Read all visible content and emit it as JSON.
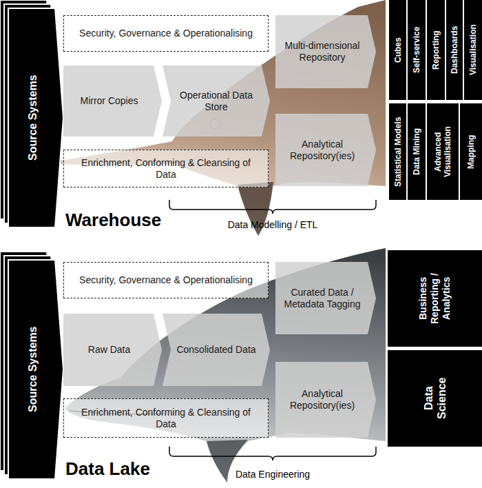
{
  "diagram": {
    "nodes": [
      {
        "text": [
          "Source Systems"
        ]
      },
      {
        "text": [
          "Security, Governance & Operationalising"
        ]
      },
      {
        "text": [
          "Multi-dimensional Repository"
        ]
      },
      {
        "text": [
          "Mirror Copies"
        ]
      },
      {
        "text": [
          "Operational Data Store"
        ]
      },
      {
        "text": [
          "Enrichment, Conforming & Cleansing of Data"
        ]
      },
      {
        "text": [
          "Analytical Repository(ies)"
        ]
      },
      {
        "text": [
          "Cubes"
        ]
      },
      {
        "text": [
          "Self-service"
        ]
      },
      {
        "text": [
          "Reporting"
        ]
      },
      {
        "text": [
          "Dashboards"
        ]
      },
      {
        "text": [
          "Visualisation"
        ]
      },
      {
        "text": [
          "Statistical Models"
        ]
      },
      {
        "text": [
          "Data Mining"
        ]
      },
      {
        "text": [
          "Advanced Visualisation"
        ]
      },
      {
        "text": [
          "Mapping"
        ]
      },
      {
        "text": [
          "Source Systems"
        ]
      },
      {
        "text": [
          "Security, Governance & Operationalising"
        ]
      },
      {
        "text": [
          "Curated Data / Metadata Tagging"
        ]
      },
      {
        "text": [
          "Raw Data"
        ]
      },
      {
        "text": [
          "Consolidated Data"
        ]
      },
      {
        "text": [
          "Enrichment, Conforming & Cleansing of Data"
        ]
      },
      {
        "text": [
          "Analytical Repository(ies)"
        ]
      },
      {
        "text": [
          "Business Reporting / Analytics"
        ]
      },
      {
        "text": [
          "Data Science"
        ]
      }
    ],
    "labels": [
      "Warehouse",
      "Data Modelling / ETL",
      "Data Lake",
      "Data Engineering"
    ]
  }
}
